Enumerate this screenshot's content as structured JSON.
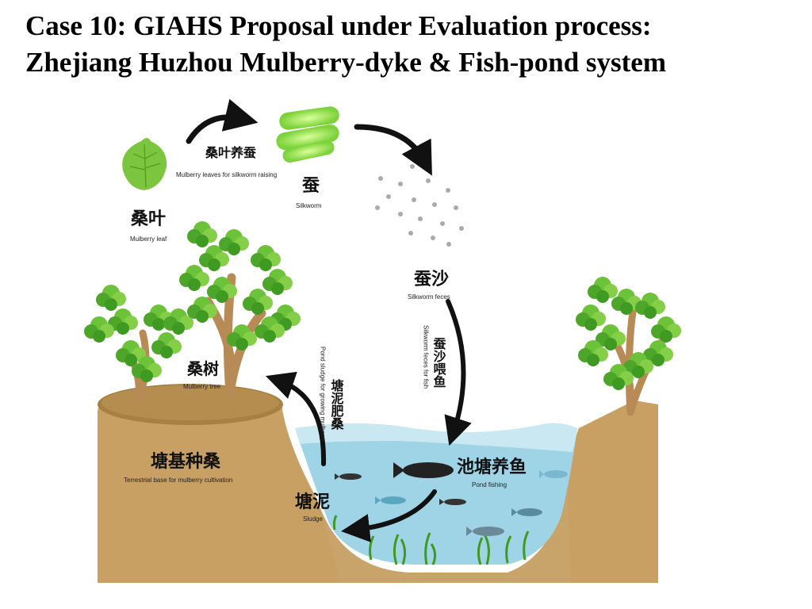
{
  "title": {
    "line1": "Case 10: GIAHS Proposal under Evaluation process:",
    "line2": "Zhejiang Huzhou Mulberry-dyke & Fish-pond system"
  },
  "labels": {
    "mulberry_leaf_zh": "桑叶",
    "mulberry_leaf_en": "Mulberry leaf",
    "leaves_for_silkworm_zh": "桑叶养蚕",
    "leaves_for_silkworm_en": "Mulberry leaves for silkworm raising",
    "silkworm_zh": "蚕",
    "silkworm_en": "Silkworm",
    "silkworm_feces_zh": "蚕沙",
    "silkworm_feces_en": "Silkworm feces",
    "feces_for_fish_zh": "蚕沙喂鱼",
    "feces_for_fish_en": "Silkworm feces for fish",
    "mulberry_tree_zh": "桑树",
    "mulberry_tree_en": "Mulberry tree",
    "pond_sludge_zh": "塘泥肥桑",
    "pond_sludge_en": "Pond sludge for growing mulberry",
    "terrestrial_base_zh": "塘基种桑",
    "terrestrial_base_en": "Terrestrial base for mulberry cultivation",
    "pond_fishing_zh": "池塘养鱼",
    "pond_fishing_en": "Pond fishing",
    "sludge_zh": "塘泥",
    "sludge_en": "Sludge"
  },
  "icons": [
    "mulberry-leaf-icon",
    "silkworm-icon",
    "fish-icon",
    "mulberry-tree-icon"
  ],
  "colors": {
    "soil": "#c8a063",
    "soil_dark": "#a07b40",
    "water": "#9fd3e6",
    "water_light": "#c9e8f2",
    "leaf_green": "#5fb82e",
    "silkworm_glow": "#8fe04a",
    "arrow": "#111111"
  }
}
